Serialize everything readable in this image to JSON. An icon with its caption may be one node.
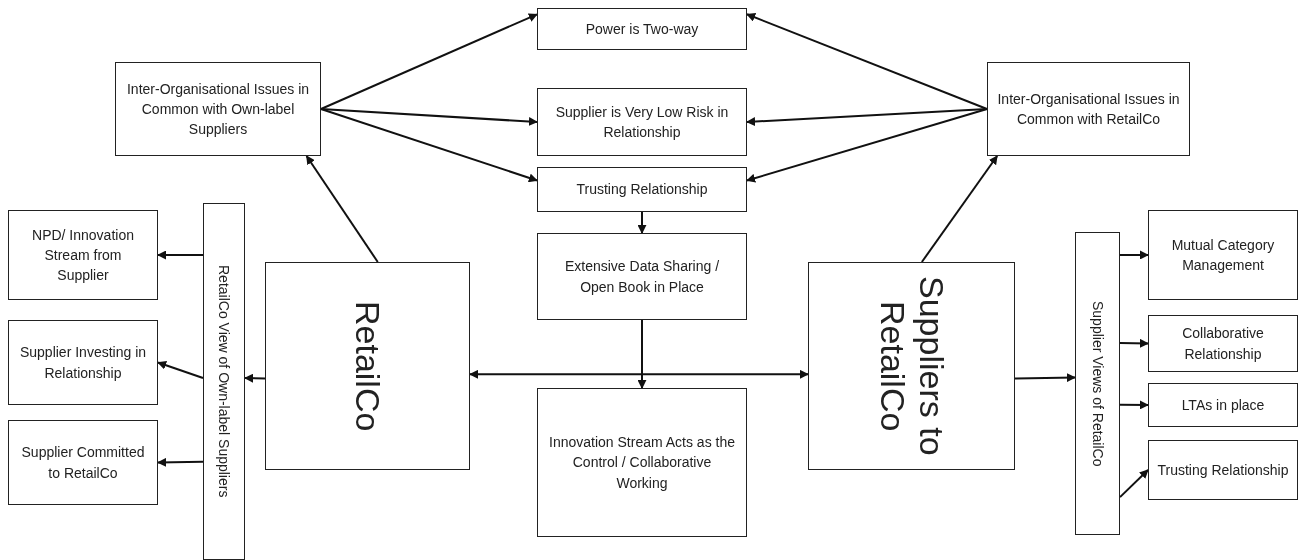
{
  "diagram": {
    "nodes": [
      {
        "text": [
          "Power is Two-way"
        ]
      },
      {
        "text": [
          "Inter-Organisational Issues in Common with Own-label Suppliers"
        ]
      },
      {
        "text": [
          "Supplier is Very Low Risk in Relationship"
        ]
      },
      {
        "text": [
          "Inter-Organisational Issues in Common with RetailCo"
        ]
      },
      {
        "text": [
          "Trusting Relationship"
        ]
      },
      {
        "text": [
          "NPD/ Innovation Stream from Supplier"
        ]
      },
      {
        "text": [
          "RetailCo View of Own-label Suppliers"
        ]
      },
      {
        "text": [
          "RetailCo"
        ]
      },
      {
        "text": [
          "Extensive Data Sharing / Open Book in Place"
        ]
      },
      {
        "text": [
          "Suppliers to RetailCo"
        ]
      },
      {
        "text": [
          "Supplier Views of RetailCo"
        ]
      },
      {
        "text": [
          "Mutual Category Management"
        ]
      },
      {
        "text": [
          "Supplier Investing in Relationship"
        ]
      },
      {
        "text": [
          "Collaborative Relationship"
        ]
      },
      {
        "text": [
          "Innovation Stream Acts as the Control / Collaborative Working"
        ]
      },
      {
        "text": [
          "LTAs in place"
        ]
      },
      {
        "text": [
          "Supplier Committed to RetailCo"
        ]
      },
      {
        "text": [
          "Trusting Relationship"
        ]
      }
    ],
    "edges": [
      {
        "from": 1,
        "to": 0,
        "arrow": "to"
      },
      {
        "from": 1,
        "to": 2,
        "arrow": "to"
      },
      {
        "from": 1,
        "to": 4,
        "arrow": "to"
      },
      {
        "from": 3,
        "to": 0,
        "arrow": "to"
      },
      {
        "from": 3,
        "to": 2,
        "arrow": "to"
      },
      {
        "from": 3,
        "to": 4,
        "arrow": "to"
      },
      {
        "from": 7,
        "to": 1,
        "arrow": "to"
      },
      {
        "from": 9,
        "to": 3,
        "arrow": "to"
      },
      {
        "from": 4,
        "to": 8,
        "arrow": "to"
      },
      {
        "from": 6,
        "to": 5,
        "arrow": "to"
      },
      {
        "from": 6,
        "to": 12,
        "arrow": "to"
      },
      {
        "from": 6,
        "to": 16,
        "arrow": "to"
      },
      {
        "from": 7,
        "to": 6,
        "arrow": "to"
      },
      {
        "from": 7,
        "to": 9,
        "arrow": "both"
      },
      {
        "from": 8,
        "to": 14,
        "arrow": "to"
      },
      {
        "from": 9,
        "to": 10,
        "arrow": "to"
      },
      {
        "from": 10,
        "to": 11,
        "arrow": "to"
      },
      {
        "from": 10,
        "to": 13,
        "arrow": "to"
      },
      {
        "from": 10,
        "to": 15,
        "arrow": "to"
      },
      {
        "from": 10,
        "to": 17,
        "arrow": "to"
      }
    ]
  }
}
